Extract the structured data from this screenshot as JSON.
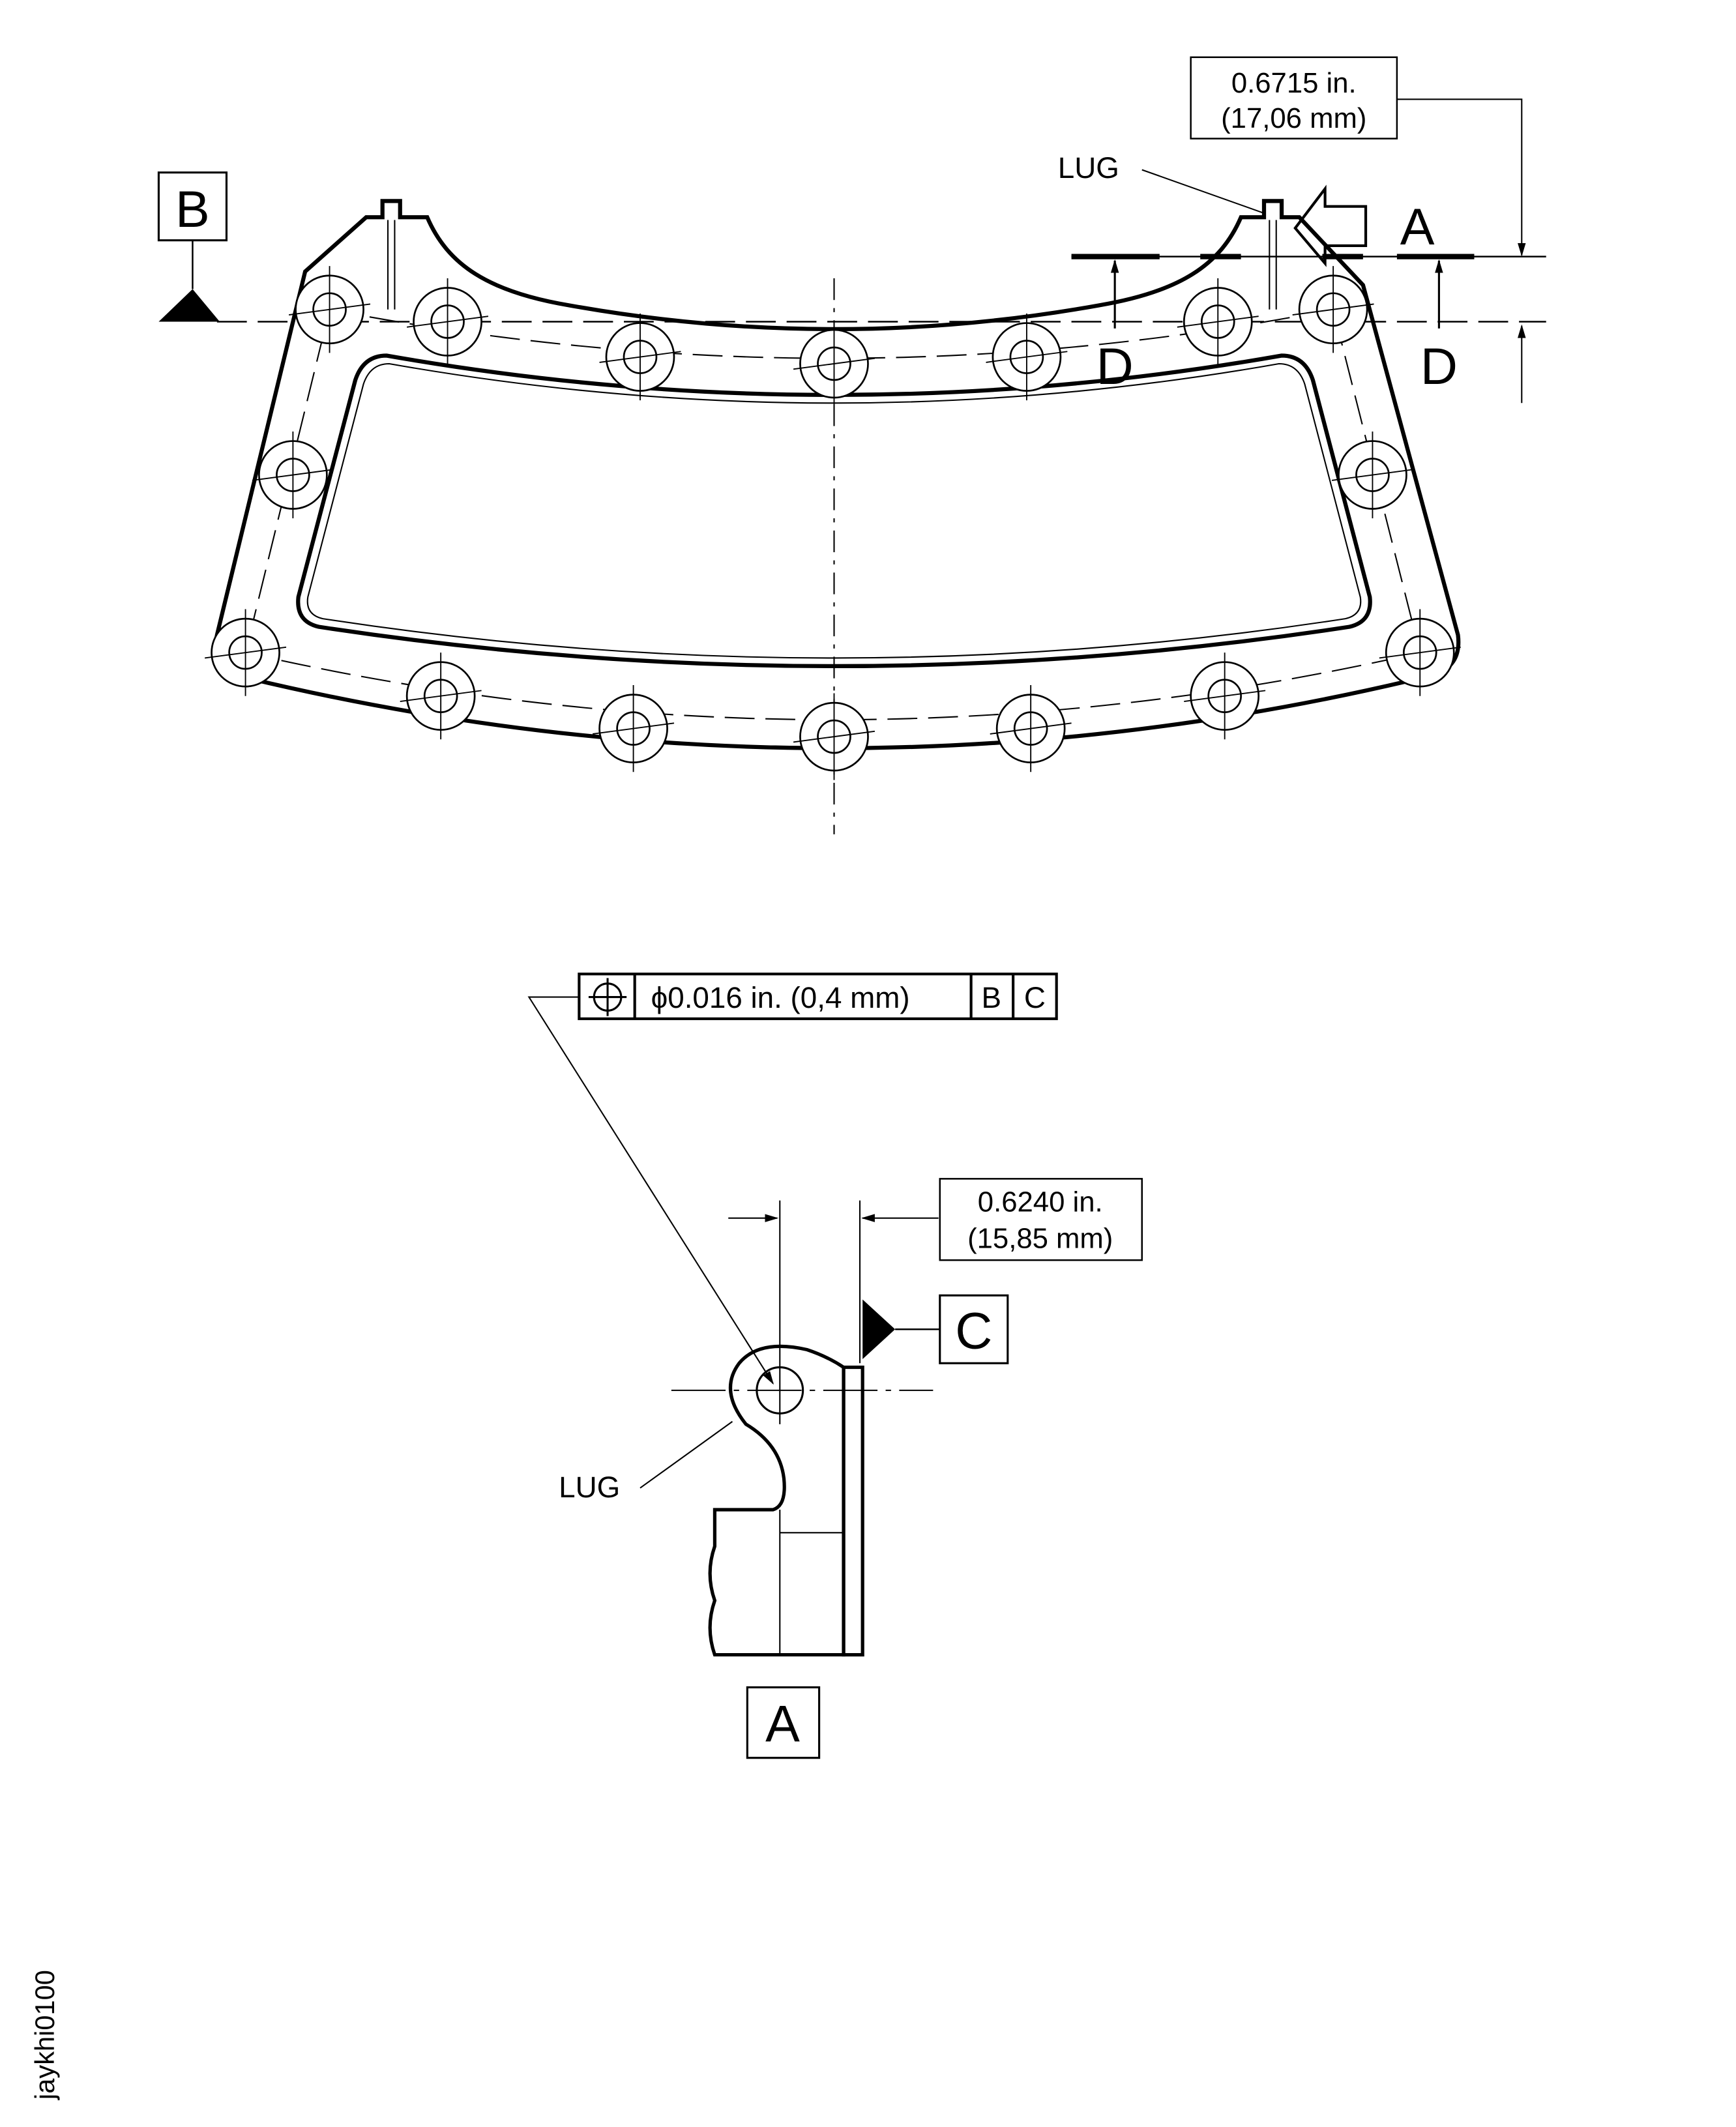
{
  "top_view": {
    "lug_label": "LUG",
    "datum_b": "B",
    "section_label": "A",
    "section_d_left": "D",
    "section_d_right": "D",
    "dim_in": "0.6715 in.",
    "dim_mm": "(17,06 mm)"
  },
  "feature_control_frame": {
    "symbol": "position-icon",
    "tolerance": "ϕ0.016 in.  (0,4 mm)",
    "datum_1": "B",
    "datum_2": "C"
  },
  "detail_view": {
    "dim_in": "0.6240 in.",
    "dim_mm": "(15,85 mm)",
    "datum_c": "C",
    "lug_label": "LUG",
    "view_label": "A"
  },
  "figure_id": "jaykhi0100"
}
